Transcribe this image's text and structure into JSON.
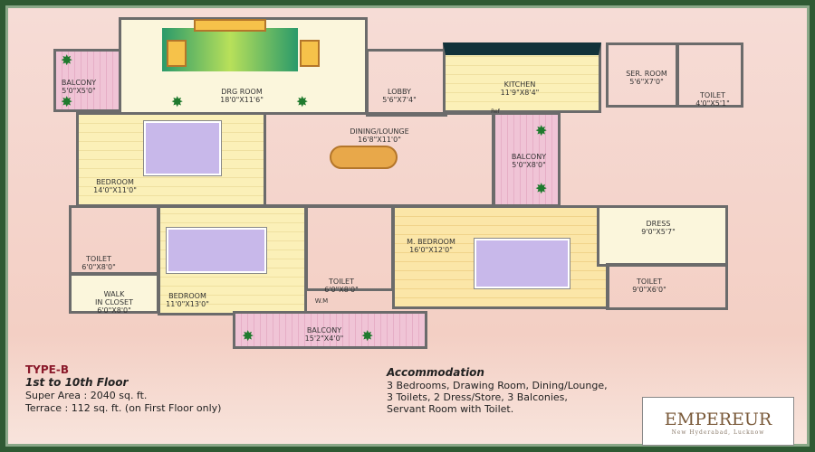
{
  "rooms": {
    "balcony_left": {
      "name": "BALCONY",
      "size": "5'0\"X5'0\""
    },
    "drawing": {
      "name": "DRG ROOM",
      "size": "18'0\"X11'6\""
    },
    "lobby": {
      "name": "LOBBY",
      "size": "5'6\"X7'4\""
    },
    "kitchen": {
      "name": "KITCHEN",
      "size": "11'9\"X8'4\""
    },
    "servant": {
      "name": "SER. ROOM",
      "size": "5'6\"X7'0\""
    },
    "ser_toilet": {
      "name": "TOILET",
      "size": "4'0\"X5'1\""
    },
    "bedroom1": {
      "name": "BEDROOM",
      "size": "14'0\"X11'0\""
    },
    "dining": {
      "name": "DINING/LOUNGE",
      "size": "16'8\"X11'0\""
    },
    "balcony_right": {
      "name": "BALCONY",
      "size": "5'0\"X8'0\""
    },
    "toilet1": {
      "name": "TOILET",
      "size": "6'0\"X8'0\""
    },
    "closet": {
      "name": "WALK\nIN CLOSET",
      "size": "6'0\"X8'0\""
    },
    "bedroom2": {
      "name": "BEDROOM",
      "size": "11'0\"X13'0\""
    },
    "toilet2": {
      "name": "TOILET",
      "size": "6'0\"X8'0\""
    },
    "wm": {
      "name": "W.M"
    },
    "balcony_bottom": {
      "name": "BALCONY",
      "size": "15'2\"X4'0\""
    },
    "master": {
      "name": "M. BEDROOM",
      "size": "16'0\"X12'0\""
    },
    "dress": {
      "name": "DRESS",
      "size": "9'0\"X5'7\""
    },
    "toilet3": {
      "name": "TOILET",
      "size": "9'0\"X6'0\""
    },
    "ref": {
      "name": "Ref"
    }
  },
  "info": {
    "type": "TYPE-B",
    "floor": "1st to 10th Floor",
    "super_area": "Super Area : 2040 sq. ft.",
    "terrace": "Terrace : 112 sq. ft. (on First Floor only)"
  },
  "accommodation": {
    "title": "Accommodation",
    "lines": [
      "3 Bedrooms, Drawing Room, Dining/Lounge,",
      "3 Toilets, 2 Dress/Store, 3 Balconies,",
      "Servant Room with Toilet."
    ]
  },
  "logo": {
    "brand": "EMPEREUR",
    "tagline": "New Hyderabad, Lucknow"
  },
  "colors": {
    "frame": "#2f5a33",
    "title": "#8b1a2b",
    "background": "#f4d4cb"
  }
}
